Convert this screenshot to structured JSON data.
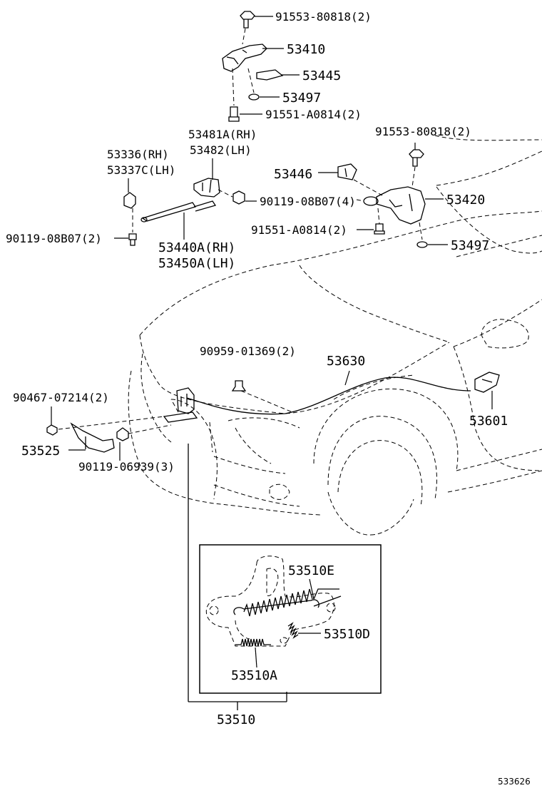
{
  "diagram_id": "533626",
  "parts": {
    "screw_top": "91553-80818(2)",
    "hinge_rh": "53410",
    "hinge_cover": "53445",
    "washer_top": "53497",
    "bolt_top": "91551-A0814(2)",
    "bracket_rh_lh_1": "53481A(RH)",
    "bracket_rh_lh_2": "53482(LH)",
    "bracket_stay_1": "53336(RH)",
    "bracket_stay_2": "53337C(LH)",
    "screw_right": "91553-80818(2)",
    "hinge_cover_lh": "53446",
    "bolt_4": "90119-08B07(4)",
    "hinge_lh": "53420",
    "bolt_right": "91551-A0814(2)",
    "washer_right": "53497",
    "bolt_stay": "90119-08B07(2)",
    "stay_1": "53440A(RH)",
    "stay_2": "53450A(LH)",
    "clip": "90959-01369(2)",
    "cable": "53630",
    "bolt_support": "90467-07214(2)",
    "lever": "53601",
    "support": "53525",
    "bolt_lock": "90119-06939(3)",
    "lock_spring_e": "53510E",
    "lock_spring_d": "53510D",
    "lock_spring_a": "53510A",
    "lock_assy": "53510"
  }
}
